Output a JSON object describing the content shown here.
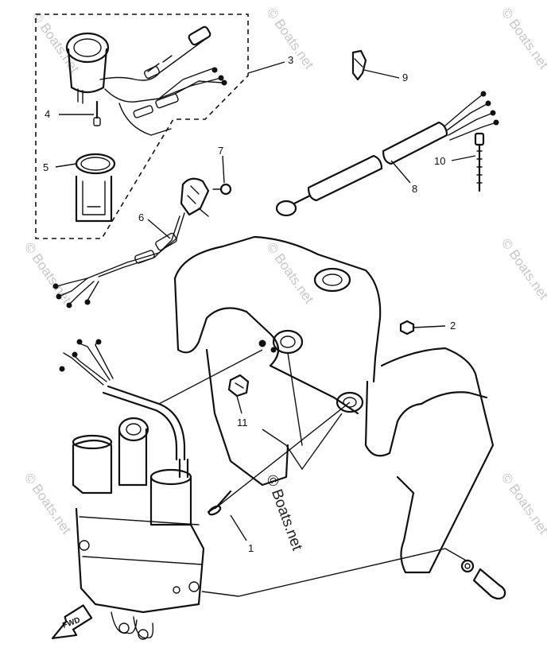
{
  "watermark": "© Boats.net",
  "fwd_label": "FWD",
  "callouts": [
    {
      "id": "1",
      "label": "1"
    },
    {
      "id": "2",
      "label": "2"
    },
    {
      "id": "3",
      "label": "3"
    },
    {
      "id": "4",
      "label": "4"
    },
    {
      "id": "5",
      "label": "5"
    },
    {
      "id": "6",
      "label": "6"
    },
    {
      "id": "7",
      "label": "7"
    },
    {
      "id": "8",
      "label": "8"
    },
    {
      "id": "9",
      "label": "9"
    },
    {
      "id": "10",
      "label": "10"
    },
    {
      "id": "11",
      "label": "11"
    }
  ]
}
